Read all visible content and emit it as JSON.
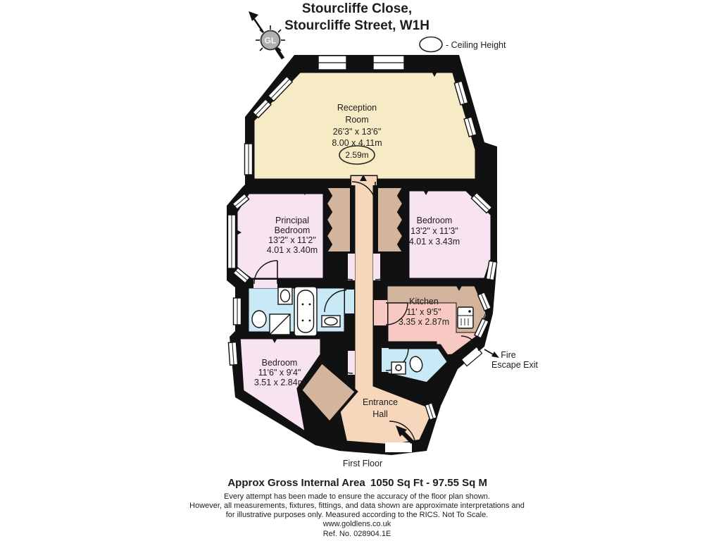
{
  "title": {
    "line1": "Stourcliffe Close,",
    "line2": "Stourcliffe Street, W1H"
  },
  "legend": {
    "ceiling_label": "- Ceiling Height"
  },
  "compass": {
    "label": "GL"
  },
  "rooms": {
    "reception": {
      "name1": "Reception",
      "name2": "Room",
      "imperial": "26'3\" x 13'6\"",
      "metric": "8.00 x 4.11m",
      "ceiling_height": "2.59m"
    },
    "principal_bedroom": {
      "name1": "Principal",
      "name2": "Bedroom",
      "imperial": "13'2\" x 11'2\"",
      "metric": "4.01 x 3.40m"
    },
    "bedroom2": {
      "name": "Bedroom",
      "imperial": "13'2\" x 11'3\"",
      "metric": "4.01 x 3.43m"
    },
    "kitchen": {
      "name": "Kitchen",
      "imperial": "11' x 9'5\"",
      "metric": "3.35 x 2.87m"
    },
    "bedroom3": {
      "name": "Bedroom",
      "imperial": "11'6\" x 9'4\"",
      "metric": "3.51 x 2.84m"
    },
    "entrance_hall": {
      "name1": "Entrance",
      "name2": "Hall"
    },
    "fire_escape": {
      "line1": "Fire",
      "line2": "Escape Exit"
    }
  },
  "footer": {
    "floor": "First Floor",
    "area_label": "Approx Gross Internal Area",
    "area_value": "1050 Sq Ft - 97.55 Sq M",
    "disclaimer1": "Every attempt has been made to ensure the accuracy of the floor plan shown.",
    "disclaimer2": "However, all measurements, fixtures, fittings, and data shown are approximate interpretations and",
    "disclaimer3": "for illustrative purposes only. Measured according to the RICS. Not To Scale.",
    "website": "www.goldlens.co.uk",
    "ref": "Ref. No. 028904.1E"
  },
  "colors": {
    "wall": "#111111",
    "reception_fill": "#F7EBC6",
    "bedroom_fill": "#F8E3F1",
    "bathroom_fill": "#C9E9F7",
    "kitchen_fill": "#F8C9C2",
    "hall_fill": "#F6D7BC",
    "closet_fill": "#D3B49C",
    "text": "#1d1d1d"
  }
}
